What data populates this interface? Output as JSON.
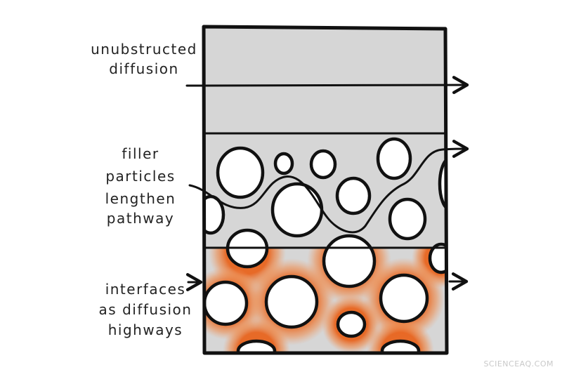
{
  "colors": {
    "panel_fill": "#d6d6d6",
    "outline": "#111111",
    "interface_orange": "#e8641e",
    "particle_fill": "#ffffff"
  },
  "labels": {
    "unobstructed": [
      "unubstructed",
      "diffusion"
    ],
    "filler": [
      "filler",
      "particles",
      "lengthen",
      "pathway"
    ],
    "interfaces": [
      "interfaces",
      "as diffusion",
      "highways"
    ]
  },
  "watermark": "SCIENCEAQ.COM"
}
